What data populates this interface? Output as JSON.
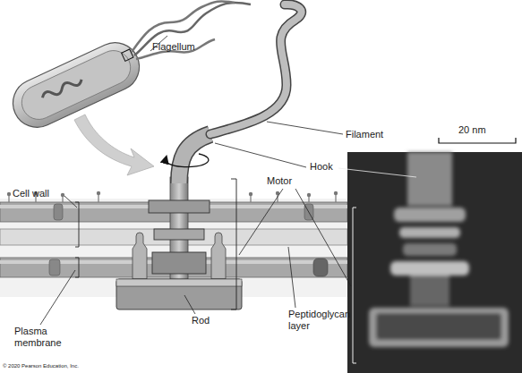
{
  "diagram": {
    "labels": [
      "Flagellum",
      "Filament",
      "20 nm",
      "Hook",
      "Cell wall",
      "Motor",
      "Plasma membrane",
      "Rod",
      "Peptidoglycan layer",
      "© 2020 Pearson Education, Inc."
    ]
  }
}
